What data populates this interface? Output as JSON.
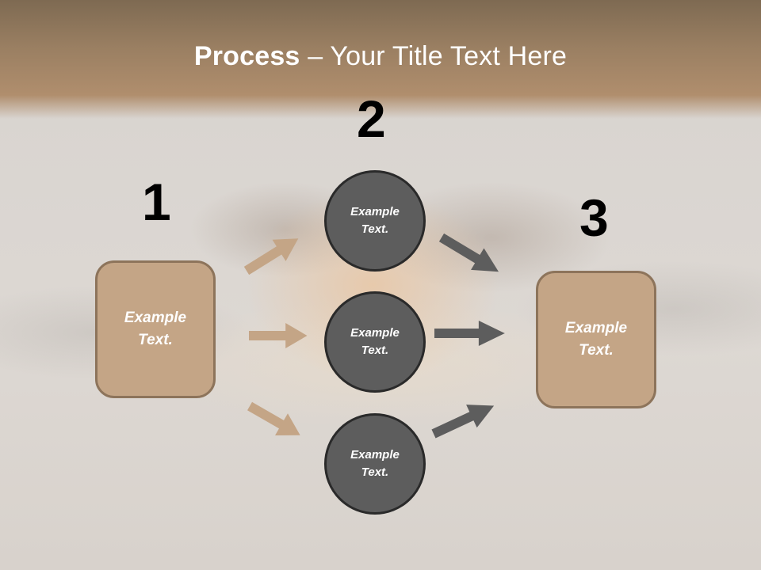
{
  "slide": {
    "title_bold": "Process",
    "title_rest": " – Your Title Text Here"
  },
  "steps": [
    {
      "number": "1",
      "label_line1": "Example",
      "label_line2": "Text."
    },
    {
      "number": "2",
      "label_line1": "Example",
      "label_line2": "Text."
    },
    {
      "number": "3",
      "label_line1": "Example",
      "label_line2": "Text."
    }
  ],
  "circles": [
    {
      "label_line1": "Example",
      "label_line2": "Text."
    },
    {
      "label_line1": "Example",
      "label_line2": "Text."
    },
    {
      "label_line1": "Example",
      "label_line2": "Text."
    }
  ],
  "colors": {
    "header": "#9a7f62",
    "box_fill": "#c4a586",
    "box_border": "#8d745b",
    "circle_fill": "#5d5d5d",
    "arrow_tan": "#c4a586",
    "arrow_gray": "#5d5d5d"
  }
}
